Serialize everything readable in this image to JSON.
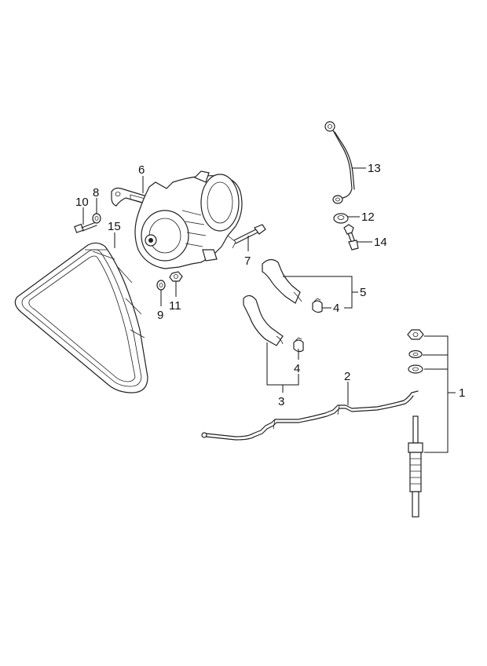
{
  "callouts": {
    "c1": "1",
    "c2": "2",
    "c3": "3",
    "c4a": "4",
    "c4b": "4",
    "c5": "5",
    "c6": "6",
    "c7": "7",
    "c8": "8",
    "c9": "9",
    "c10": "10",
    "c11": "11",
    "c12": "12",
    "c13": "13",
    "c14": "14",
    "c15": "15"
  },
  "parts": [
    {
      "id": "c1",
      "icon": "glow-plug-icon"
    },
    {
      "id": "c2",
      "icon": "wire-harness-icon"
    },
    {
      "id": "c3",
      "icon": "hose-icon"
    },
    {
      "id": "c4a",
      "icon": "hose-clamp-icon"
    },
    {
      "id": "c4b",
      "icon": "hose-clamp-icon"
    },
    {
      "id": "c5",
      "icon": "hose-icon"
    },
    {
      "id": "c6",
      "icon": "bracket-icon"
    },
    {
      "id": "c7",
      "icon": "bolt-icon"
    },
    {
      "id": "c8",
      "icon": "nut-icon"
    },
    {
      "id": "c9",
      "icon": "washer-icon"
    },
    {
      "id": "c10",
      "icon": "bolt-icon"
    },
    {
      "id": "c11",
      "icon": "nut-icon"
    },
    {
      "id": "c12",
      "icon": "nut-icon"
    },
    {
      "id": "c13",
      "icon": "wire-icon"
    },
    {
      "id": "c14",
      "icon": "bolt-icon"
    },
    {
      "id": "c15",
      "icon": "v-belt-icon"
    }
  ]
}
